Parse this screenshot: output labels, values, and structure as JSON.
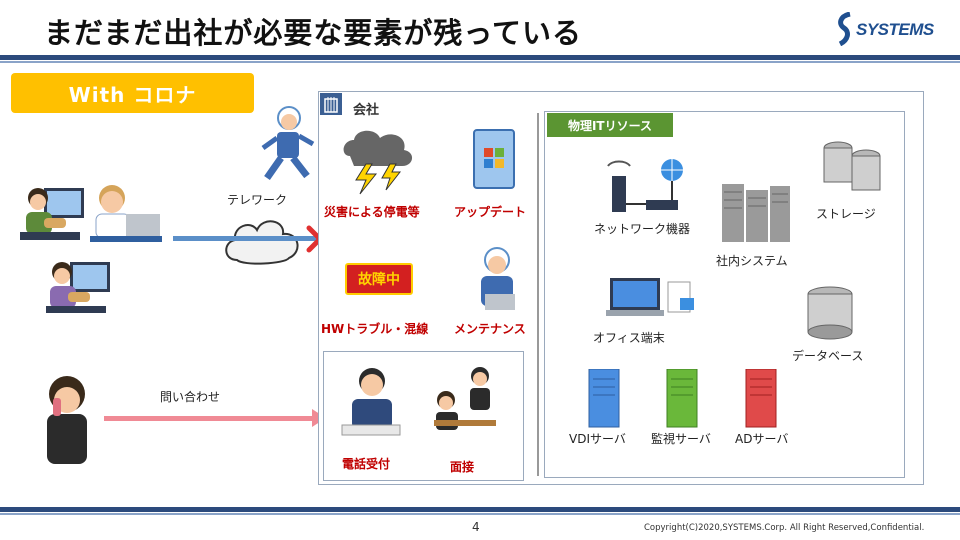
{
  "header": {
    "title": "まだまだ出社が必要な要素が残っている",
    "logo_text": "SYSTEMS"
  },
  "badge": {
    "label": "With コロナ"
  },
  "company": {
    "label": "会社"
  },
  "it_resources": {
    "label": "物理ITリソース"
  },
  "labels": {
    "telework": "テレワーク",
    "inquiry": "問い合わせ",
    "disaster": "災害による停電等",
    "update": "アップデート",
    "hw_trouble": "HWトラブル・混線",
    "maintenance": "メンテナンス",
    "phone": "電話受付",
    "interview": "面接",
    "network": "ネットワーク機器",
    "storage": "ストレージ",
    "internal_system": "社内システム",
    "office_pc": "オフィス端末",
    "database": "データベース",
    "vdi_server": "VDIサーバ",
    "monitor_server": "監視サーバ",
    "ad_server": "ADサーバ",
    "malfunction_sign": "故障中"
  },
  "footer": {
    "page": "4",
    "copyright": "Copyright(C)2020,SYSTEMS.Corp. All Right Reserved,Confidential."
  },
  "colors": {
    "accent_navy": "#2c4a7c",
    "badge_yellow": "#ffc000",
    "it_green": "#5b9532",
    "arrow_blue": "#5b8fc8",
    "arrow_pink": "#f08a95",
    "alert_red": "#c00000"
  }
}
